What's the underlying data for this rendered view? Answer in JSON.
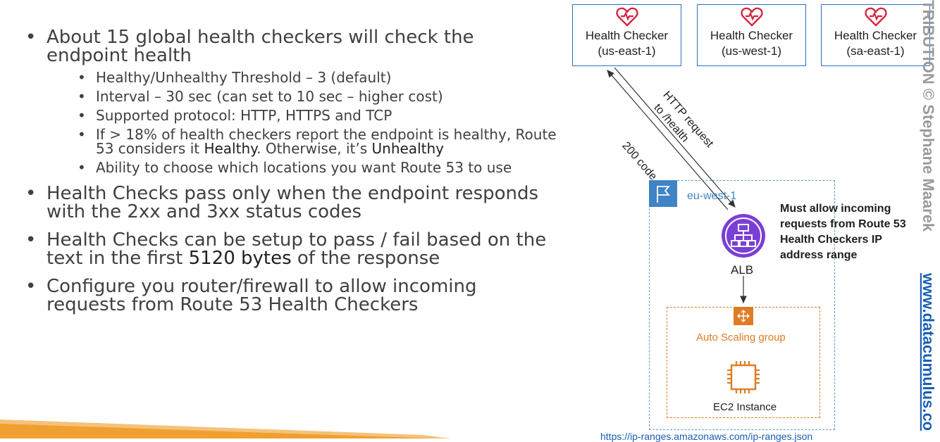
{
  "bullets": [
    {
      "text": "About 15 global health checkers will check the endpoint health",
      "sub": [
        {
          "pre": "Healthy/Unhealthy Threshold – 3 (default)"
        },
        {
          "pre": "Interval – 30 sec (can set to 10 sec – higher cost)"
        },
        {
          "pre": "Supported protocol: HTTP,  HTTPS and TCP"
        },
        {
          "pre": "If  > 18% of health checkers report the endpoint is healthy, Route 53 considers it ",
          "em": "Healthy",
          "mid": ". Otherwise, it’s ",
          "em2": "Unhealthy"
        },
        {
          "pre": "Ability to choose which locations you want Route 53 to use"
        }
      ]
    },
    {
      "text": "Health Checks pass only when the endpoint responds with the 2xx and 3xx status codes"
    },
    {
      "pre": "Health Checks can be setup to pass / fail based on the text in the first ",
      "em": "5120 bytes",
      "post": " of the response"
    },
    {
      "text": "Configure you router/firewall to allow incoming requests from Route 53 Health Checkers"
    }
  ],
  "checkers": [
    {
      "name": "Health Checker",
      "region": "(us-east-1)"
    },
    {
      "name": "Health Checker",
      "region": "(us-west-1)"
    },
    {
      "name": "Health Checker",
      "region": "(sa-east-1)"
    }
  ],
  "labels": {
    "response": "200 code",
    "request_line1": "HTTP request",
    "request_line2": "to /health",
    "region": "eu-west-1",
    "alb": "ALB",
    "asg": "Auto Scaling group",
    "ec2": "EC2 Instance",
    "note": "Must allow incoming requests from Route 53 Health Checkers IP address range",
    "url": "https://ip-ranges.amazonaws.com/ip-ranges.json"
  },
  "watermark": {
    "text": "TRIBUTION © Stephane Maarek",
    "link": "www.datacumulus.co"
  },
  "colors": {
    "text": "#404040",
    "box_border": "#2e6fbf",
    "heart": "#d6253f",
    "alb": "#7b3fd4",
    "asg": "#e07b25",
    "region": "#5a9bd5",
    "bar": "#f0a030",
    "link": "#1a5fb4"
  }
}
